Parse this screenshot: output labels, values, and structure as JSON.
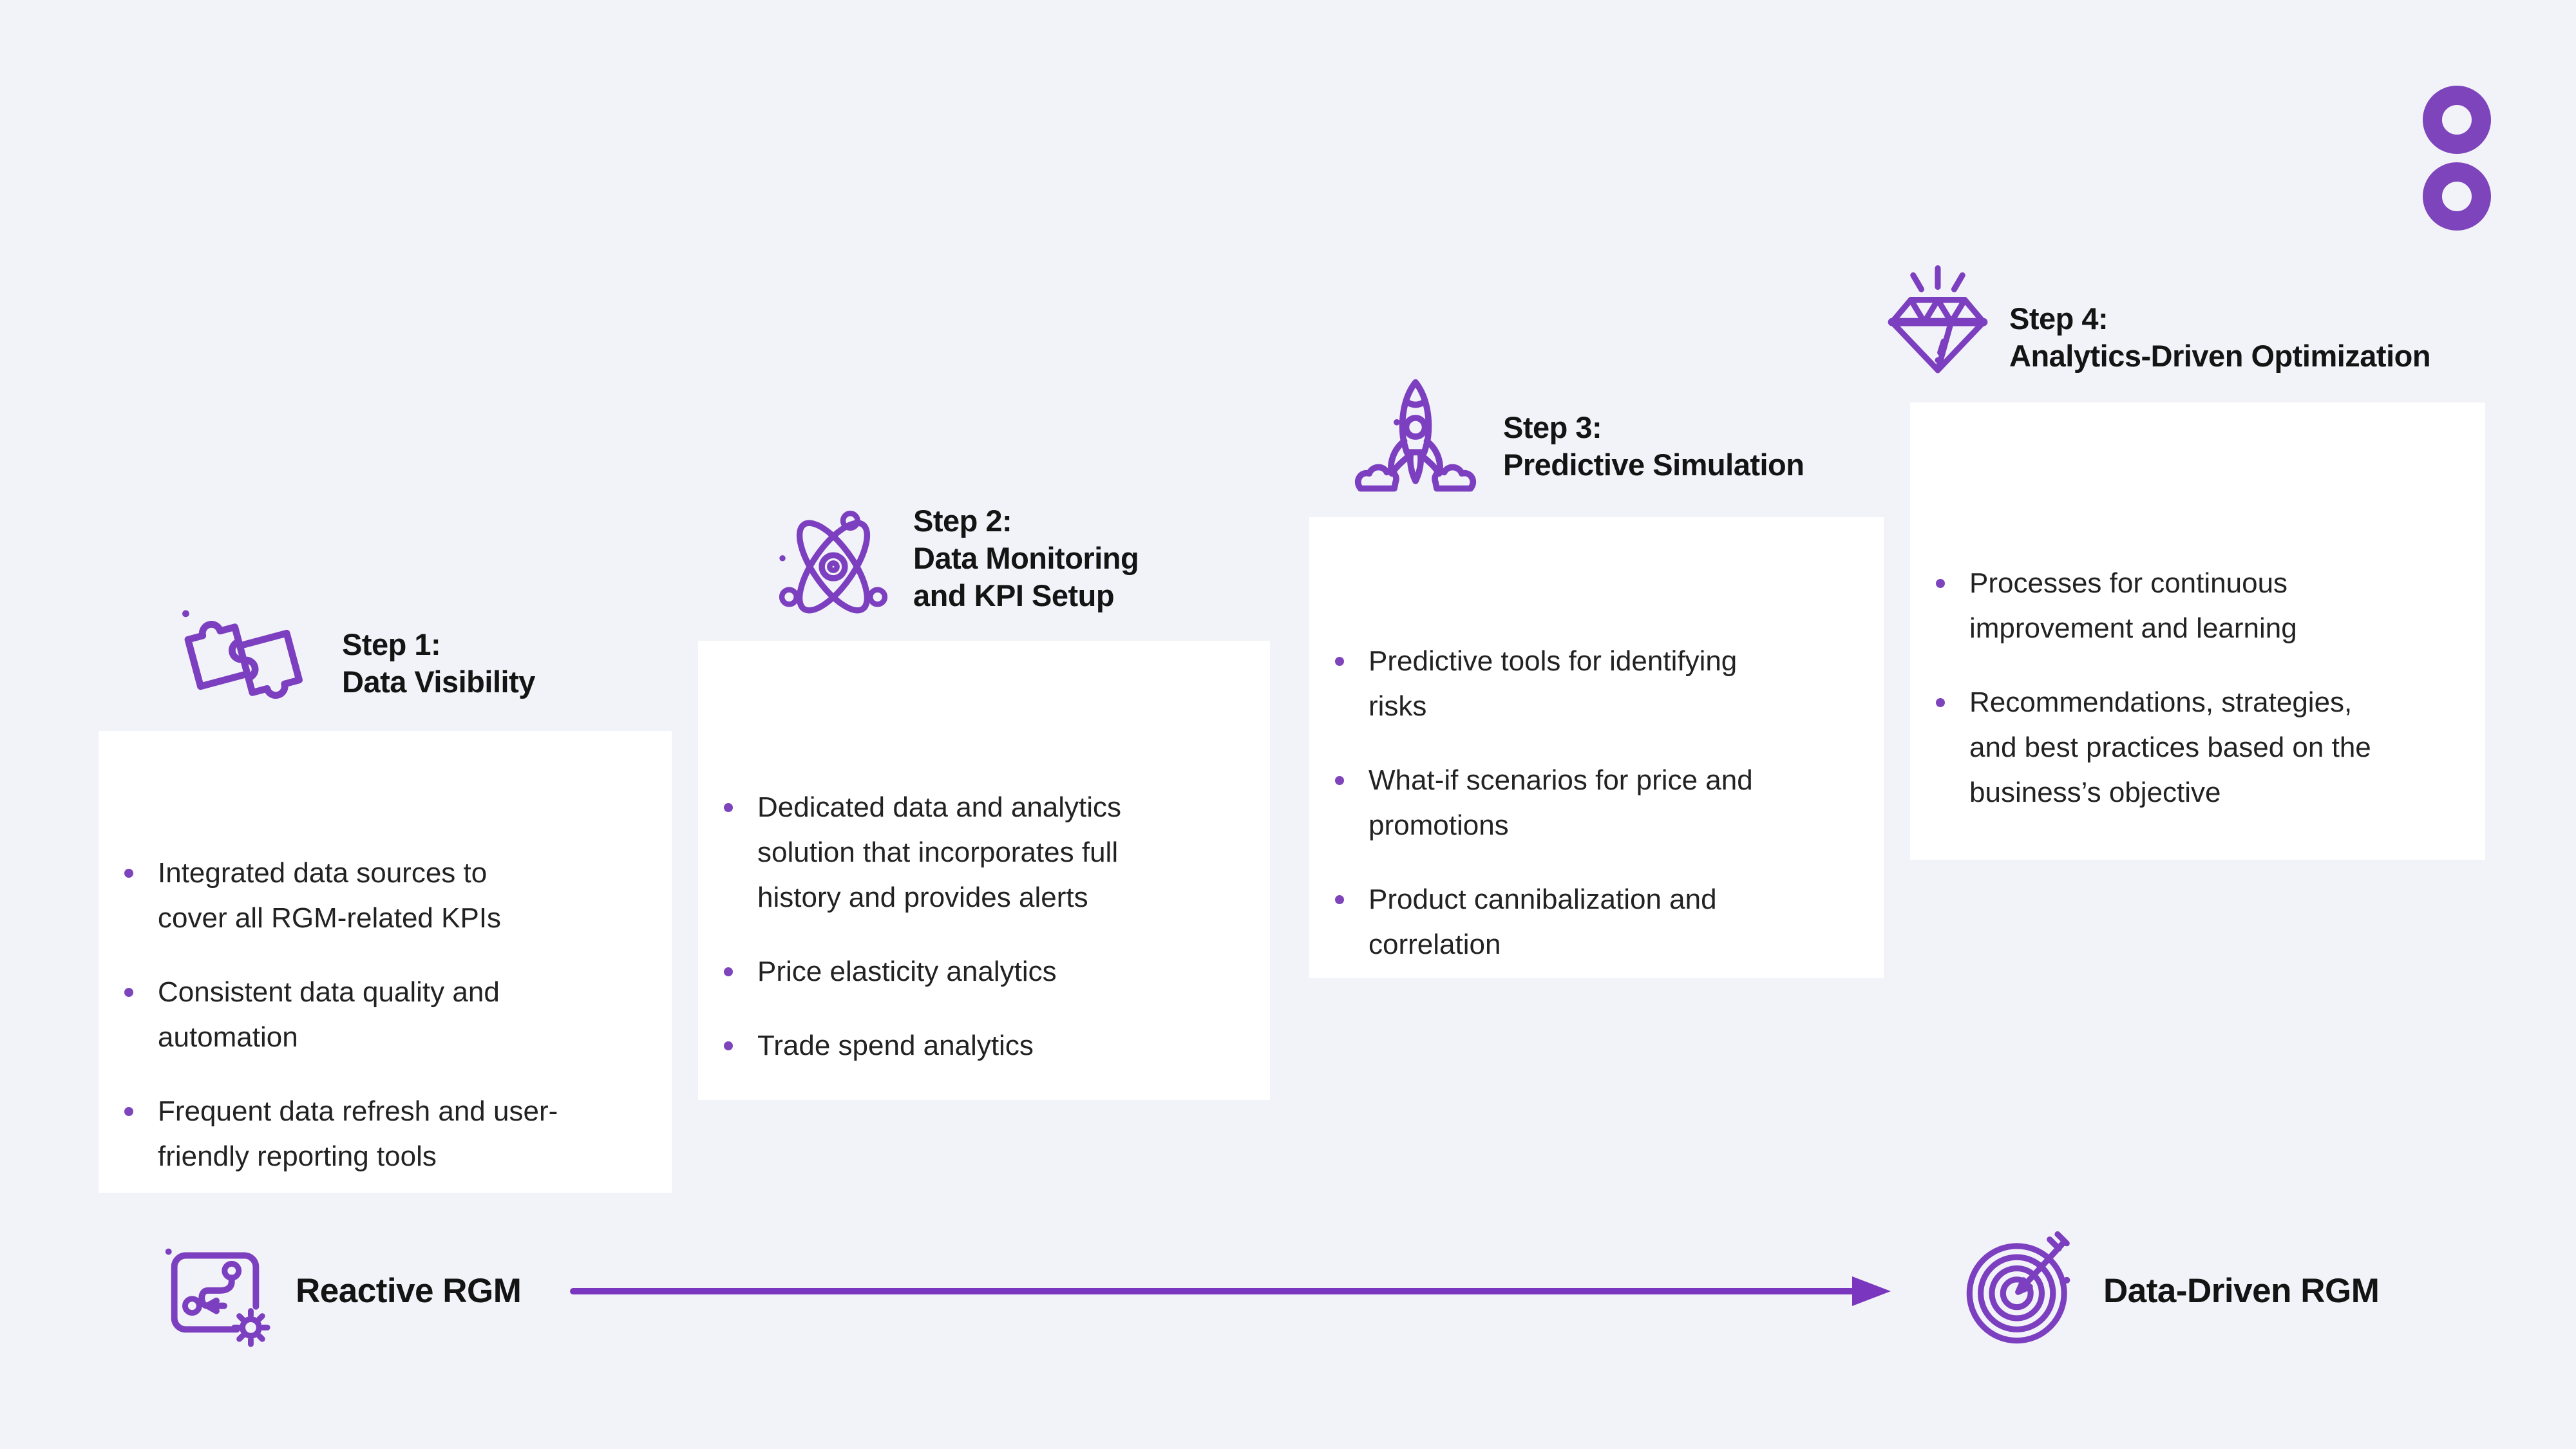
{
  "canvas": {
    "background": "#F2F3F8",
    "card_background": "#FFFFFF"
  },
  "brand": {
    "logo_description": "two stacked purple rings",
    "accent_purple": "#7C3FC0",
    "logo_purple": "#7D44BC"
  },
  "colors": {
    "title_text": "#141414",
    "body_text": "#222222",
    "bullet_dot": "#7D44BC",
    "arrow": "#7A36BE"
  },
  "steps": [
    {
      "icon": "puzzle-icon",
      "title_lines": [
        "Step 1:",
        "Data Visibility"
      ],
      "bullets": [
        [
          "Integrated data sources to",
          "cover all RGM-related KPIs"
        ],
        [
          "Consistent data quality and",
          "automation"
        ],
        [
          "Frequent data refresh and user-",
          "friendly reporting tools"
        ]
      ]
    },
    {
      "icon": "atom-icon",
      "title_lines": [
        "Step 2:",
        "Data Monitoring",
        "and KPI Setup"
      ],
      "bullets": [
        [
          "Dedicated data and analytics",
          "solution that incorporates full",
          "history and provides alerts"
        ],
        [
          "Price elasticity analytics"
        ],
        [
          "Trade spend analytics"
        ]
      ]
    },
    {
      "icon": "rocket-icon",
      "title_lines": [
        "Step 3:",
        "Predictive Simulation"
      ],
      "bullets": [
        [
          "Predictive tools for identifying",
          "risks"
        ],
        [
          "What-if scenarios for price and",
          "promotions"
        ],
        [
          "Product cannibalization and",
          "correlation"
        ]
      ]
    },
    {
      "icon": "diamond-icon",
      "title_lines": [
        "Step 4:",
        "Analytics-Driven Optimization"
      ],
      "bullets": [
        [
          "Processes for continuous",
          "improvement and learning"
        ],
        [
          "Recommendations, strategies,",
          "and best practices based on the",
          "business’s objective"
        ]
      ]
    }
  ],
  "footer": {
    "reactive_label": "Reactive RGM",
    "reactive_icon": "process-route-gear-icon",
    "data_driven_label": "Data-Driven RGM",
    "data_driven_icon": "target-arrow-icon",
    "arrow_direction": "left-to-right"
  }
}
